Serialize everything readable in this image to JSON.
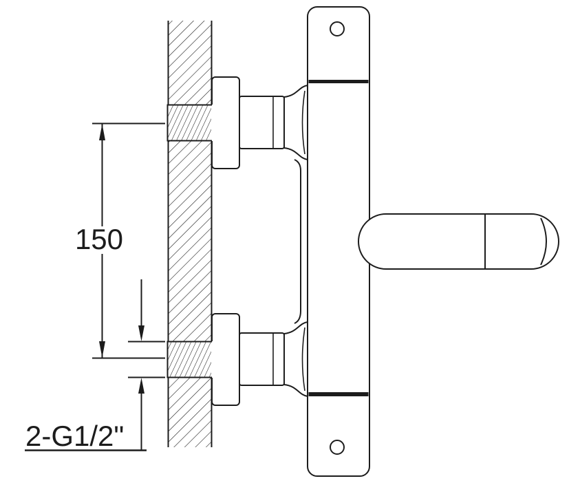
{
  "diagram": {
    "type": "technical-line-drawing",
    "subject": "wall-mounted thermostatic shower mixer installation drawing, top view with wall cross-section hatching",
    "labels": {
      "center_distance": "150",
      "thread_spec": "2-G1/2\""
    },
    "colors": {
      "line": "#1c1c1c",
      "background": "#ffffff"
    }
  }
}
